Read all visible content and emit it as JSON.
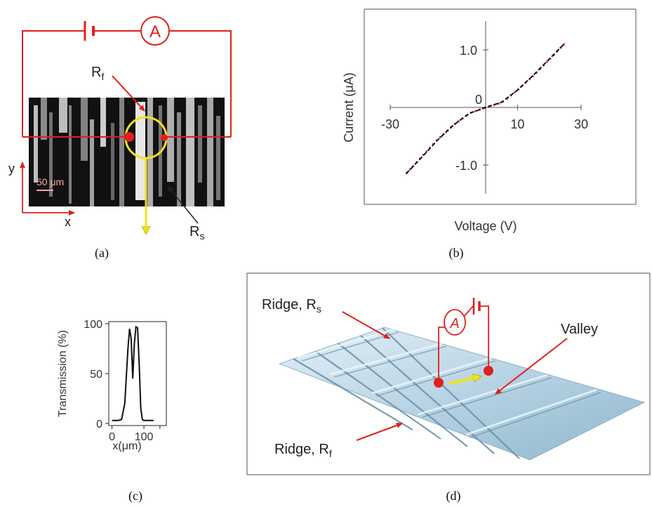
{
  "panel_a": {
    "ammeter_symbol": "A",
    "rf_main": "R",
    "rf_sub": "f",
    "rs_main": "R",
    "rs_sub": "s",
    "scale_bar": "50 μm",
    "axis_x": "x",
    "axis_y": "y",
    "caption": "(a)"
  },
  "panel_c": {
    "caption": "(c)",
    "chart_data": {
      "type": "line",
      "xlabel": "x(μm)",
      "ylabel": "Transmission (%)",
      "xticks": [
        "0",
        "100"
      ],
      "yticks": [
        "0",
        "50",
        "100"
      ],
      "xlim": [
        -10,
        170
      ],
      "ylim": [
        0,
        100
      ],
      "x": [
        0,
        20,
        30,
        40,
        50,
        55,
        60,
        65,
        70,
        75,
        80,
        85,
        90,
        95,
        100,
        110,
        130
      ],
      "y": [
        3,
        3,
        4,
        20,
        75,
        95,
        85,
        45,
        80,
        97,
        96,
        60,
        15,
        4,
        3,
        3,
        3
      ]
    }
  },
  "panel_b": {
    "caption": "(b)",
    "chart_data": {
      "type": "line",
      "xlabel": "Voltage (V)",
      "ylabel": "Current (μA)",
      "xticks": [
        "-30",
        "10",
        "30"
      ],
      "yticks": [
        "1.0",
        "0",
        "-1.0"
      ],
      "xlim": [
        -30,
        30
      ],
      "ylim": [
        -1.5,
        1.5
      ],
      "series": [
        {
          "x": [
            -25,
            -20,
            -15,
            -10,
            -5,
            0,
            5,
            10,
            15,
            20,
            25
          ],
          "y": [
            -1.15,
            -0.85,
            -0.55,
            -0.3,
            -0.1,
            0,
            0.08,
            0.3,
            0.55,
            0.83,
            1.12
          ],
          "color": "#d62020",
          "style": "dotted"
        },
        {
          "x": [
            -25,
            -20,
            -15,
            -10,
            -5,
            0,
            5,
            10,
            15,
            20,
            25
          ],
          "y": [
            -1.15,
            -0.86,
            -0.56,
            -0.3,
            -0.1,
            0,
            0.09,
            0.3,
            0.56,
            0.84,
            1.12
          ],
          "color": "#111111",
          "style": "dashed"
        }
      ]
    }
  },
  "panel_d": {
    "label_rs_main": "Ridge, R",
    "label_rs_sub": "s",
    "label_rf_main": "Ridge, R",
    "label_rf_sub": "f",
    "label_valley": "Valley",
    "ammeter_symbol": "A",
    "caption": "(d)"
  },
  "colors": {
    "circuit_red": "#e0201c",
    "yellow": "#f2e21a",
    "surface": "#bcd7e6"
  }
}
